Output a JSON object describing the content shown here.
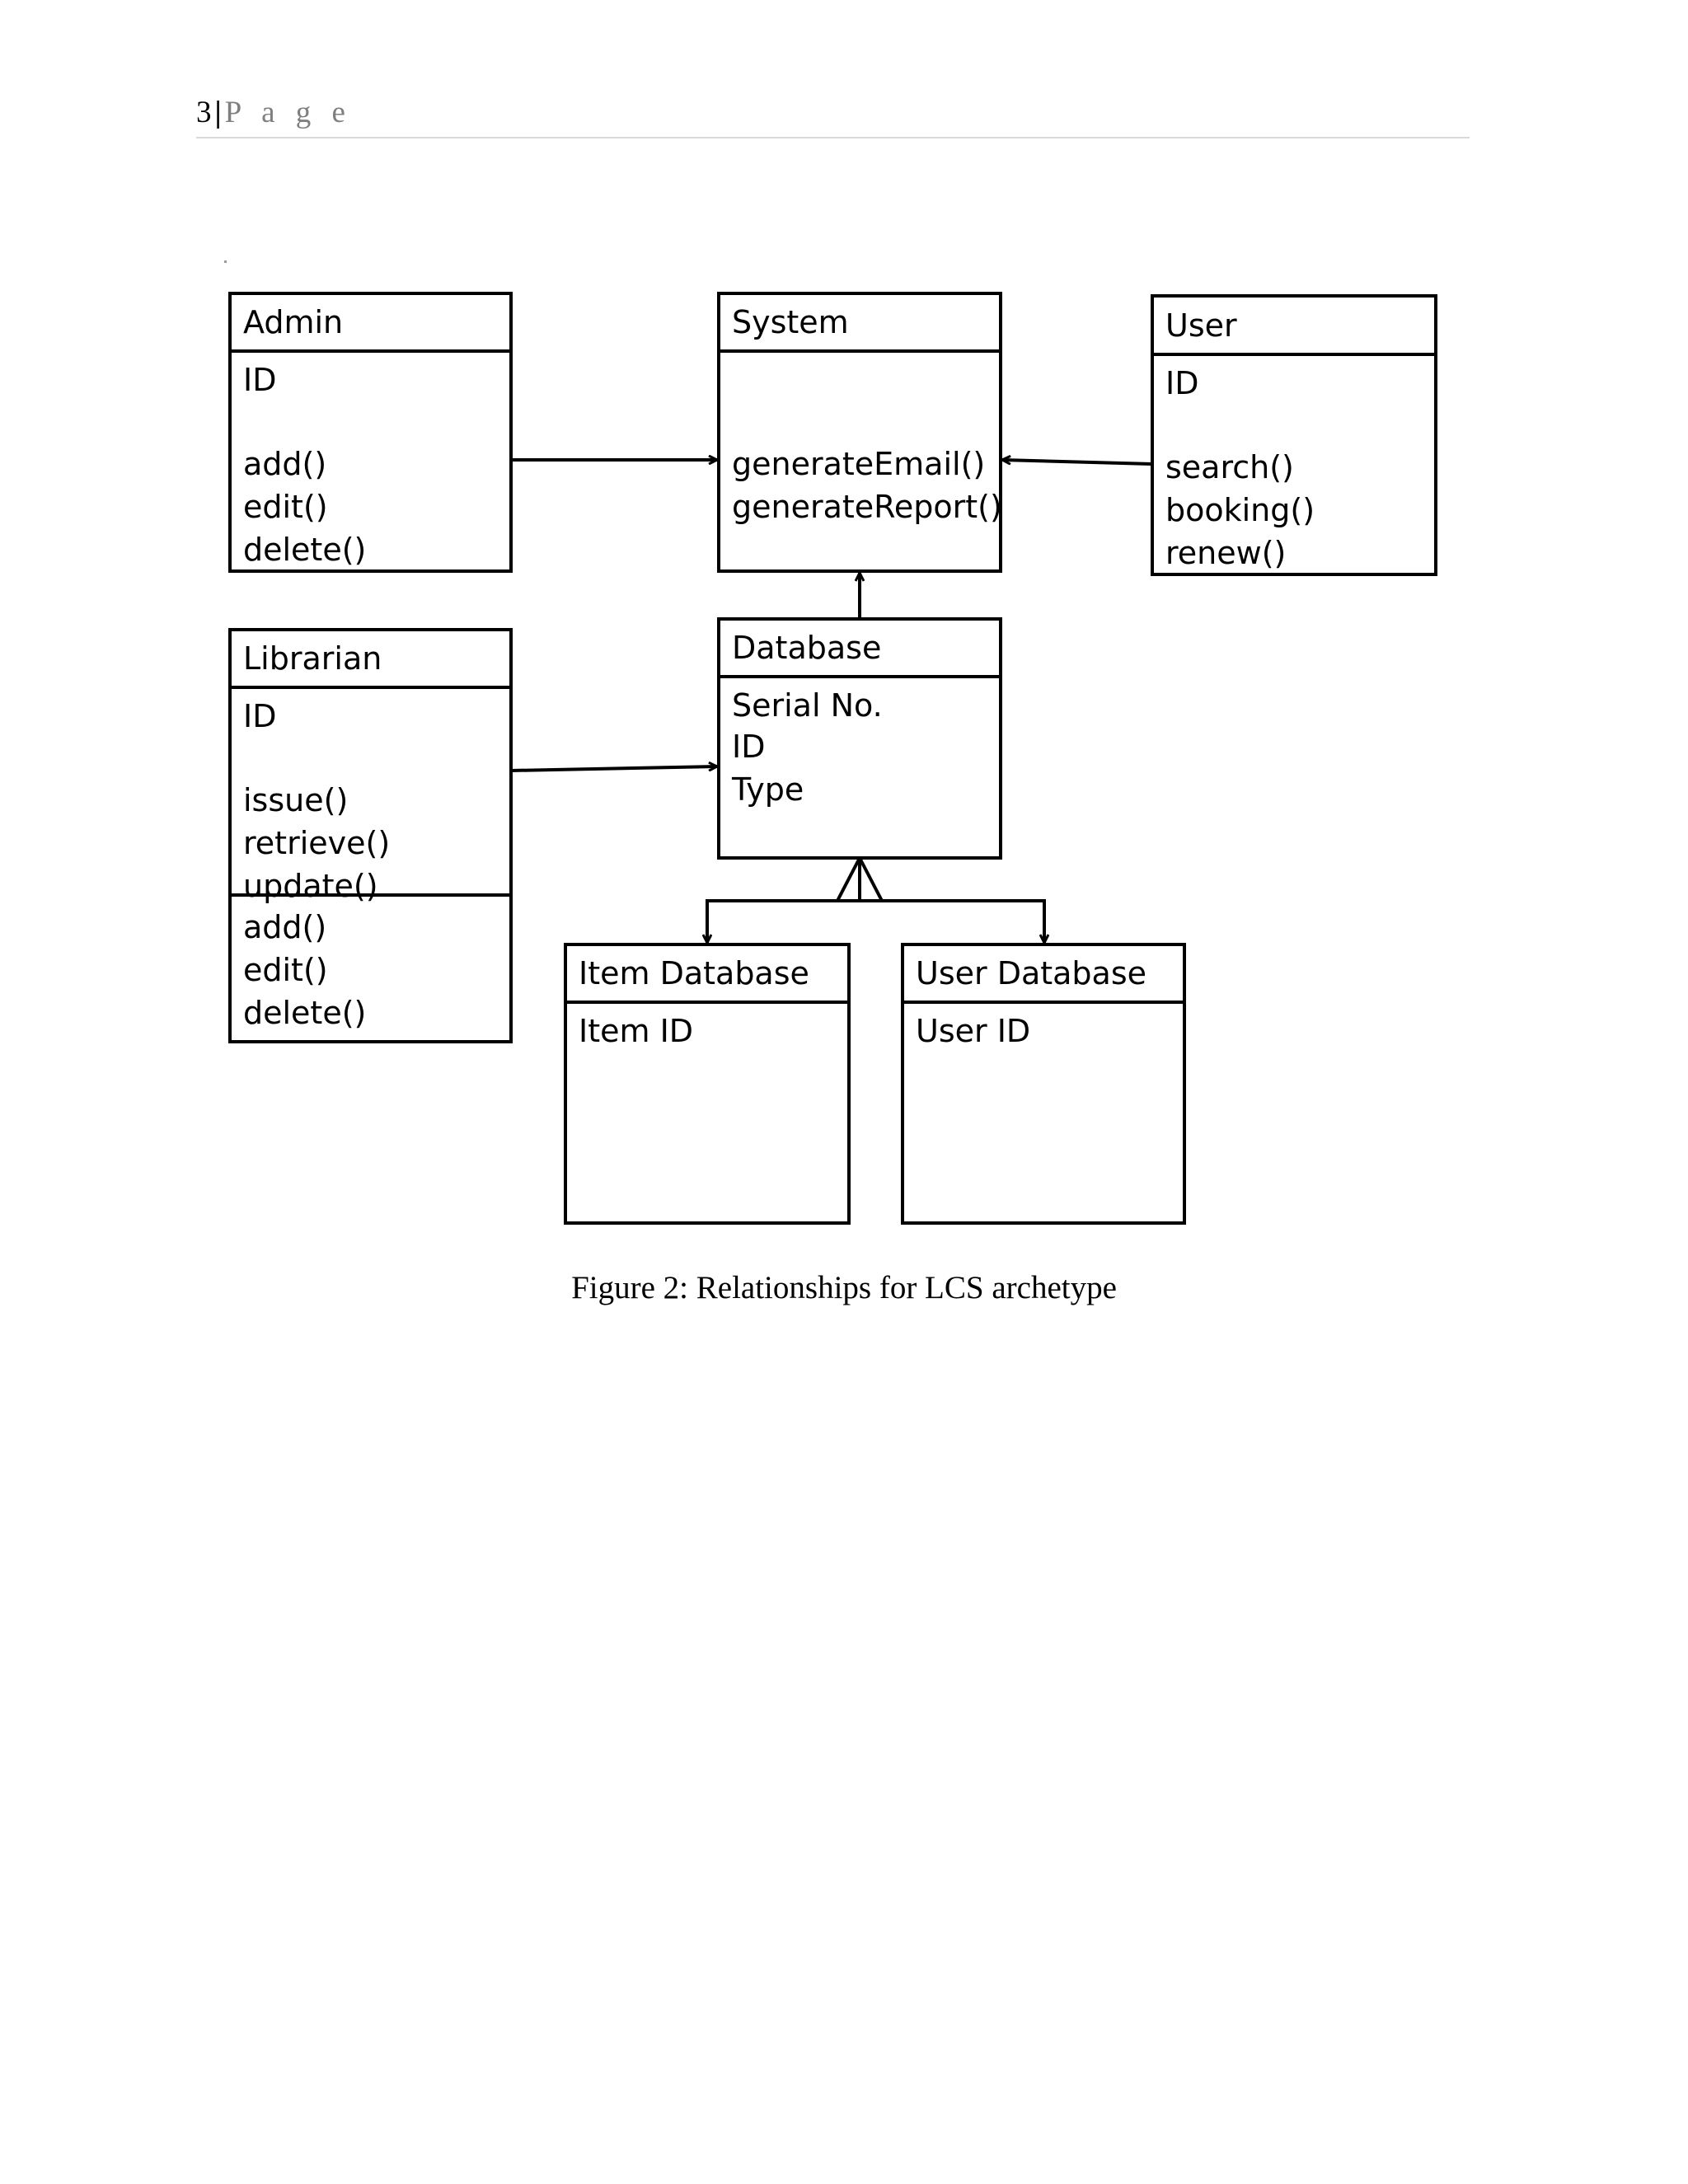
{
  "header": {
    "page_number": "3",
    "separator": "|",
    "page_word": "P a g e"
  },
  "diagram": {
    "classes": {
      "admin": {
        "name": "Admin",
        "lines": [
          "ID",
          "",
          "add()",
          "edit()",
          "delete()"
        ]
      },
      "system": {
        "name": "System",
        "lines": [
          "",
          "",
          "generateEmail()",
          "generateReport()"
        ]
      },
      "user": {
        "name": "User",
        "lines": [
          "ID",
          "",
          "search()",
          "booking()",
          "renew()"
        ]
      },
      "librarian": {
        "name": "Librarian",
        "lines": [
          "ID",
          "",
          "issue()",
          "retrieve()",
          "update()"
        ],
        "extra_lines": [
          "add()",
          "edit()",
          "delete()"
        ]
      },
      "database": {
        "name": "Database",
        "lines": [
          "Serial No.",
          "ID",
          "Type"
        ]
      },
      "item_database": {
        "name": "Item Database",
        "lines": [
          "Item ID"
        ]
      },
      "user_database": {
        "name": "User Database",
        "lines": [
          "User ID"
        ]
      }
    },
    "relationships": [
      {
        "from": "Admin",
        "to": "System",
        "kind": "association"
      },
      {
        "from": "User",
        "to": "System",
        "kind": "association"
      },
      {
        "from": "Database",
        "to": "System",
        "kind": "association"
      },
      {
        "from": "Librarian",
        "to": "Database",
        "kind": "association"
      },
      {
        "from": "Database",
        "to": "Item Database",
        "kind": "one-to-many"
      },
      {
        "from": "Database",
        "to": "User Database",
        "kind": "one-to-many"
      }
    ]
  },
  "caption": "Figure 2: Relationships for LCS archetype"
}
